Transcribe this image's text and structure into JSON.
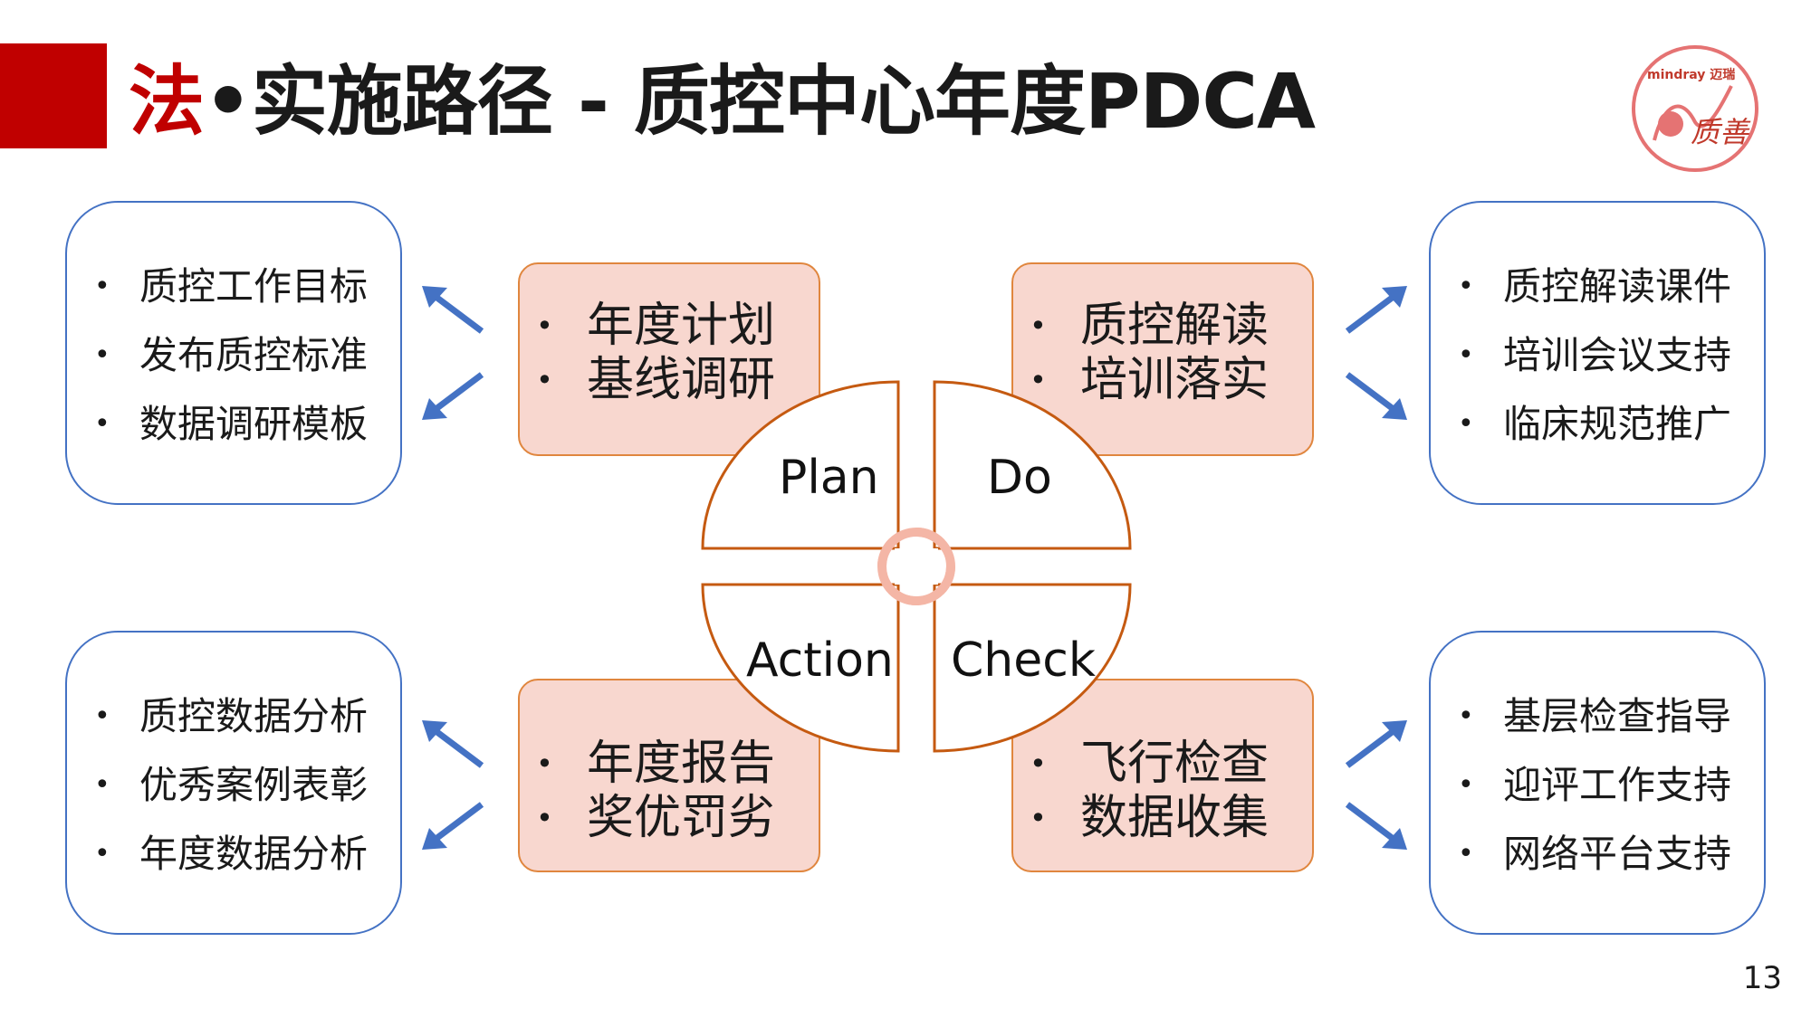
{
  "slide": {
    "title_accent": "法",
    "title_rest": "•实施路径 - 质控中心年度PDCA",
    "page_number": "13"
  },
  "logo": {
    "brand": "mindray 迈瑞",
    "script_text": "质善"
  },
  "cycle": {
    "plan": "Plan",
    "do": "Do",
    "check": "Check",
    "action": "Action"
  },
  "inner_boxes": {
    "plan": [
      "年度计划",
      "基线调研"
    ],
    "do": [
      "质控解读",
      "培训落实"
    ],
    "action": [
      "年度报告",
      "奖优罚劣"
    ],
    "check": [
      "飞行检查",
      "数据收集"
    ]
  },
  "outer_boxes": {
    "top_left": [
      "质控工作目标",
      "发布质控标准",
      "数据调研模板"
    ],
    "top_right": [
      "质控解读课件",
      "培训会议支持",
      "临床规范推广"
    ],
    "bottom_left": [
      "质控数据分析",
      "优秀案例表彰",
      "年度数据分析"
    ],
    "bottom_right": [
      "基层检查指导",
      "迎评工作支持",
      "网络平台支持"
    ]
  },
  "bullet": "•",
  "colors": {
    "accent_red": "#c00000",
    "box_blue": "#4472c4",
    "arrow_blue": "#4472c4",
    "inner_fill": "#f8d7cf",
    "inner_border": "#e0863e"
  }
}
